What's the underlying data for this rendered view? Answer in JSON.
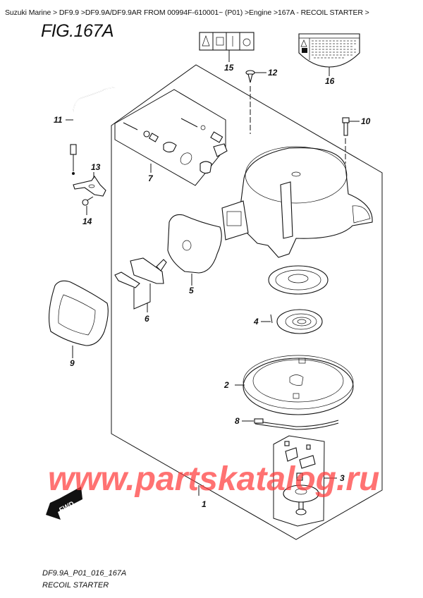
{
  "breadcrumb": {
    "items": [
      {
        "label": "Suzuki Marine",
        "sep": " > "
      },
      {
        "label": "DF9.9",
        "sep": " >"
      },
      {
        "label": "DF9.9A/DF9.9AR FROM 00994F-610001~ (P01)",
        "sep": " >"
      },
      {
        "label": "Engine",
        "sep": " >"
      },
      {
        "label": "167A - RECOIL STARTER",
        "sep": " >"
      }
    ]
  },
  "figure": {
    "title": "FIG.167A",
    "code": "DF9.9A_P01_016_167A",
    "name": "RECOIL STARTER",
    "fwd_label": "FWD"
  },
  "watermark": "www.partskatalog.ru",
  "callouts": [
    {
      "num": "1",
      "part": "recoil-starter-assembly"
    },
    {
      "num": "2",
      "part": "reel"
    },
    {
      "num": "3",
      "part": "ratchet-kit"
    },
    {
      "num": "4",
      "part": "recoil-spring"
    },
    {
      "num": "5",
      "part": "handle-cover"
    },
    {
      "num": "6",
      "part": "handle-grip"
    },
    {
      "num": "7",
      "part": "starter-lock-kit"
    },
    {
      "num": "8",
      "part": "rope"
    },
    {
      "num": "9",
      "part": "handle-grip-cover"
    },
    {
      "num": "10",
      "part": "bolt"
    },
    {
      "num": "11",
      "part": "starter-lock-cable"
    },
    {
      "num": "12",
      "part": "screw"
    },
    {
      "num": "13",
      "part": "cable-bracket"
    },
    {
      "num": "14",
      "part": "bracket-bolt"
    },
    {
      "num": "15",
      "part": "caution-label"
    },
    {
      "num": "16",
      "part": "warning-label"
    }
  ]
}
